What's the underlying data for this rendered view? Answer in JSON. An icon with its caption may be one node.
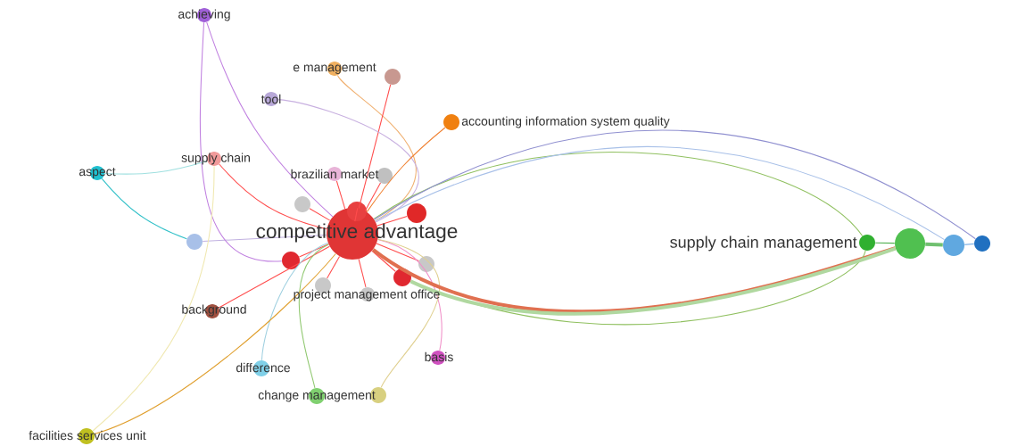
{
  "diagram": {
    "nodes": [
      {
        "text": [
          "competitive advantage"
        ]
      },
      {
        "text": [
          "achieving"
        ]
      },
      {
        "text": [
          "e management"
        ]
      },
      {
        "text": [],
        "shape": "circle"
      },
      {
        "text": [
          "tool"
        ]
      },
      {
        "text": [
          "accounting information system quality"
        ]
      },
      {
        "text": [
          "aspect"
        ]
      },
      {
        "text": [
          "supply chain"
        ]
      },
      {
        "text": [
          "brazilian market"
        ]
      },
      {
        "text": [],
        "shape": "circle"
      },
      {
        "text": [],
        "shape": "circle"
      },
      {
        "text": [],
        "shape": "circle"
      },
      {
        "text": [],
        "shape": "circle"
      },
      {
        "text": [],
        "shape": "circle"
      },
      {
        "text": [],
        "shape": "circle"
      },
      {
        "text": [],
        "shape": "circle"
      },
      {
        "text": [],
        "shape": "circle"
      },
      {
        "text": [],
        "shape": "circle"
      },
      {
        "text": [
          "project management office"
        ]
      },
      {
        "text": [
          "background"
        ]
      },
      {
        "text": [
          "basis"
        ]
      },
      {
        "text": [
          "difference"
        ]
      },
      {
        "text": [
          "change management"
        ]
      },
      {
        "text": [],
        "shape": "circle"
      },
      {
        "text": [
          "facilities services unit"
        ]
      },
      {
        "text": [
          "supply chain management"
        ]
      },
      {
        "text": [],
        "shape": "circle"
      },
      {
        "text": [],
        "shape": "circle"
      },
      {
        "text": [],
        "shape": "circle"
      }
    ],
    "edges": [
      {
        "from": 0,
        "to": 1,
        "arrow": "none",
        "color": "#c080e0"
      },
      {
        "from": 0,
        "to": 2,
        "arrow": "none",
        "color": "#f0b070"
      },
      {
        "from": 0,
        "to": 3,
        "arrow": "none"
      },
      {
        "from": 0,
        "to": 4,
        "arrow": "none",
        "color": "#c8b0e0"
      },
      {
        "from": 0,
        "to": 5,
        "arrow": "none",
        "color": "#f08030"
      },
      {
        "from": 0,
        "to": 7,
        "arrow": "none"
      },
      {
        "from": 0,
        "to": 8,
        "arrow": "none"
      },
      {
        "from": 0,
        "to": 9,
        "arrow": "none"
      },
      {
        "from": 0,
        "to": 10,
        "arrow": "none"
      },
      {
        "from": 0,
        "to": 11,
        "arrow": "none"
      },
      {
        "from": 0,
        "to": 12,
        "arrow": "none"
      },
      {
        "from": 0,
        "to": 13,
        "arrow": "none",
        "color": "#c0b0e0"
      },
      {
        "from": 0,
        "to": 14,
        "arrow": "none"
      },
      {
        "from": 0,
        "to": 15,
        "arrow": "none"
      },
      {
        "from": 0,
        "to": 16,
        "arrow": "none"
      },
      {
        "from": 0,
        "to": 17,
        "arrow": "none"
      },
      {
        "from": 0,
        "to": 18,
        "arrow": "none"
      },
      {
        "from": 0,
        "to": 19,
        "arrow": "none"
      },
      {
        "from": 0,
        "to": 20,
        "arrow": "none",
        "color": "#f090c8"
      },
      {
        "from": 0,
        "to": 21,
        "arrow": "none",
        "color": "#a0d0e0"
      },
      {
        "from": 0,
        "to": 22,
        "arrow": "none",
        "color": "#90c870"
      },
      {
        "from": 0,
        "to": 23,
        "arrow": "none",
        "color": "#e0d090"
      },
      {
        "from": 0,
        "to": 24,
        "arrow": "none",
        "color": "#e0a030"
      },
      {
        "from": 0,
        "to": 25,
        "arrow": "none",
        "style": "thick",
        "color": "#e07050"
      },
      {
        "from": 0,
        "to": 26,
        "arrow": "none",
        "color": "#90c060"
      },
      {
        "from": 0,
        "to": 27,
        "arrow": "none",
        "color": "#a8c0e8"
      },
      {
        "from": 0,
        "to": 28,
        "arrow": "none",
        "color": "#9090d0"
      },
      {
        "from": 1,
        "to": 14,
        "arrow": "none",
        "color": "#c080e0"
      },
      {
        "from": 6,
        "to": 7,
        "arrow": "none",
        "color": "#a0e0e0"
      },
      {
        "from": 6,
        "to": 13,
        "arrow": "none",
        "color": "#30c0c8"
      },
      {
        "from": 24,
        "to": 7,
        "arrow": "none",
        "color": "#f0e8b0"
      },
      {
        "from": 25,
        "to": 26,
        "arrow": "none",
        "color": "#50b050"
      },
      {
        "from": 25,
        "to": 27,
        "arrow": "none",
        "style": "thick",
        "color": "#70c070"
      },
      {
        "from": 27,
        "to": 28,
        "arrow": "none",
        "color": "#60a0e0"
      },
      {
        "from": 26,
        "to": 16,
        "arrow": "none",
        "color": "#90c060"
      },
      {
        "from": 25,
        "to": 16,
        "arrow": "none",
        "style": "thick",
        "color": "#b0d8a0"
      }
    ]
  }
}
